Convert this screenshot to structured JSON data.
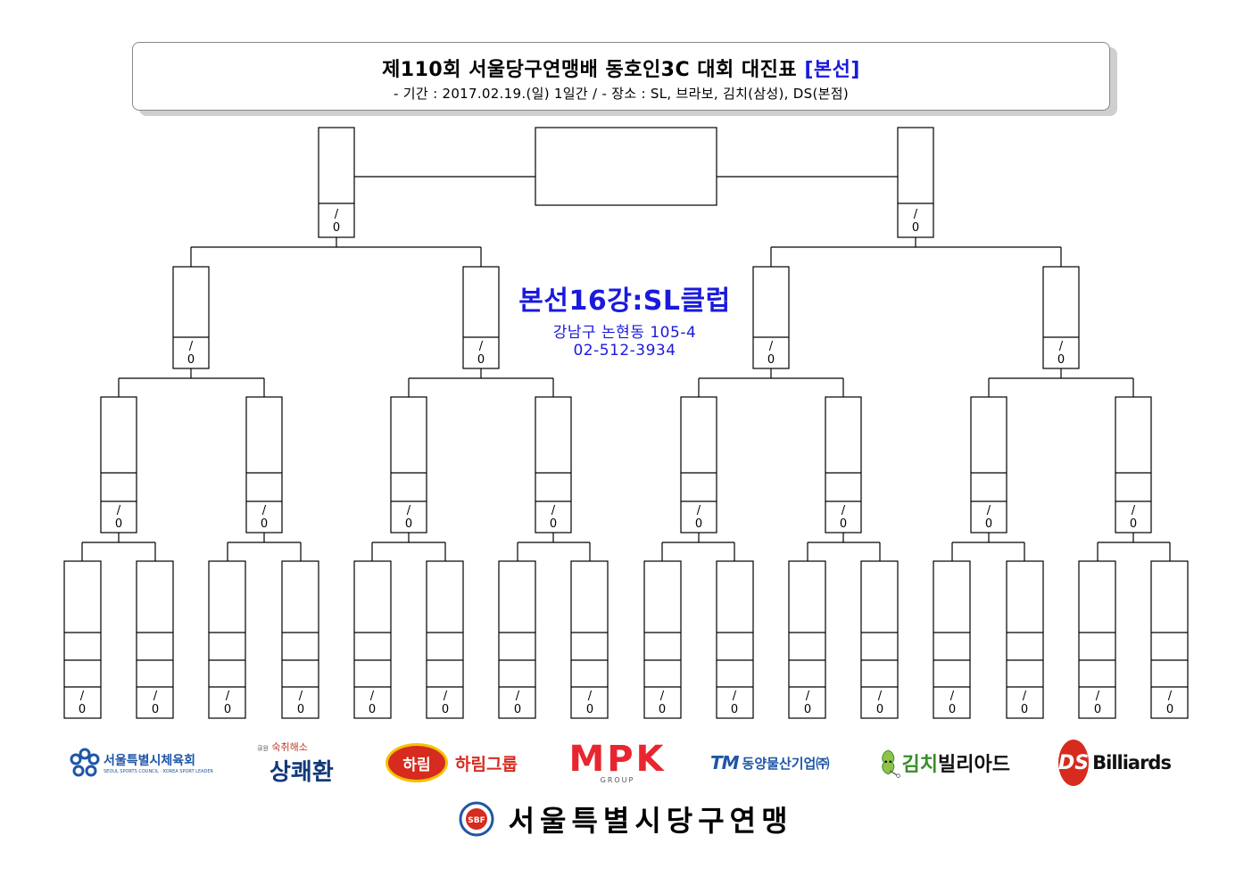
{
  "header": {
    "title_main": "제110회  서울당구연맹배  동호인3C  대회  대진표",
    "title_accent": "[본선]",
    "subtitle": "-  기간  :  2017.02.19.(일)  1일간  /  -  장소  :  SL,  브라보,  김치(삼성),  DS(본점)"
  },
  "venue": {
    "name": "본선16강:SL클럽",
    "address": "강남구  논현동  105-4",
    "phone": "02-512-3934"
  },
  "bracket": {
    "score_slash": "/",
    "score_zero": "0"
  },
  "sponsors": {
    "s1_name": "서울특별시체육회",
    "s1_sub": "SEOUL SPORTS COUNCIL · KOREA SPORT LEADER",
    "s2_top": "숙취해소",
    "s2_small": "큐원",
    "s2_name": "상쾌환",
    "s3_badge": "하림",
    "s3_name": "하림그룹",
    "s4_name": "MPK",
    "s4_sub": "GROUP",
    "s5_logo": "TM",
    "s5_name": "동양물산기업㈜",
    "s6_name1": "김치",
    "s6_name2": "빌리아드",
    "s7_badge": "DS",
    "s7_name": "Billiards"
  },
  "footer": {
    "emblem": "SBF",
    "org": "서울특별시당구연맹"
  },
  "colors": {
    "accent": "#1a1adc",
    "hallim_red": "#d62b1e",
    "mpk_red": "#e8262f",
    "sports_blue": "#1f56a6",
    "kimchi_green": "#3a8c2a"
  }
}
